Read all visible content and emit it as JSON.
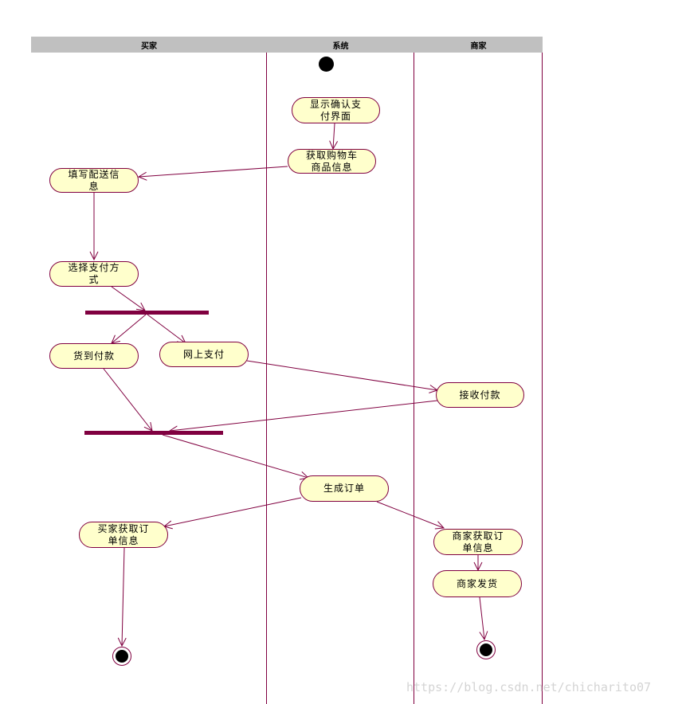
{
  "lanes": [
    {
      "name": "买家"
    },
    {
      "name": "系统"
    },
    {
      "name": "商家"
    }
  ],
  "activities": {
    "show_confirm": "显示确认支\n付界面",
    "get_cart": "获取购物车\n商品信息",
    "fill_delivery": "填写配送信\n息",
    "choose_payment": "选择支付方\n式",
    "cod": "货到付款",
    "online_pay": "网上支付",
    "receive_payment": "接收付款",
    "create_order": "生成订单",
    "buyer_get_order": "买家获取订\n单信息",
    "seller_get_order": "商家获取订\n单信息",
    "seller_ship": "商家发货"
  },
  "watermark": "https://blog.csdn.net/chicharito07",
  "colors": {
    "line": "#800040",
    "activity_fill": "#ffffcc",
    "header_fill": "#c0c0c0"
  }
}
